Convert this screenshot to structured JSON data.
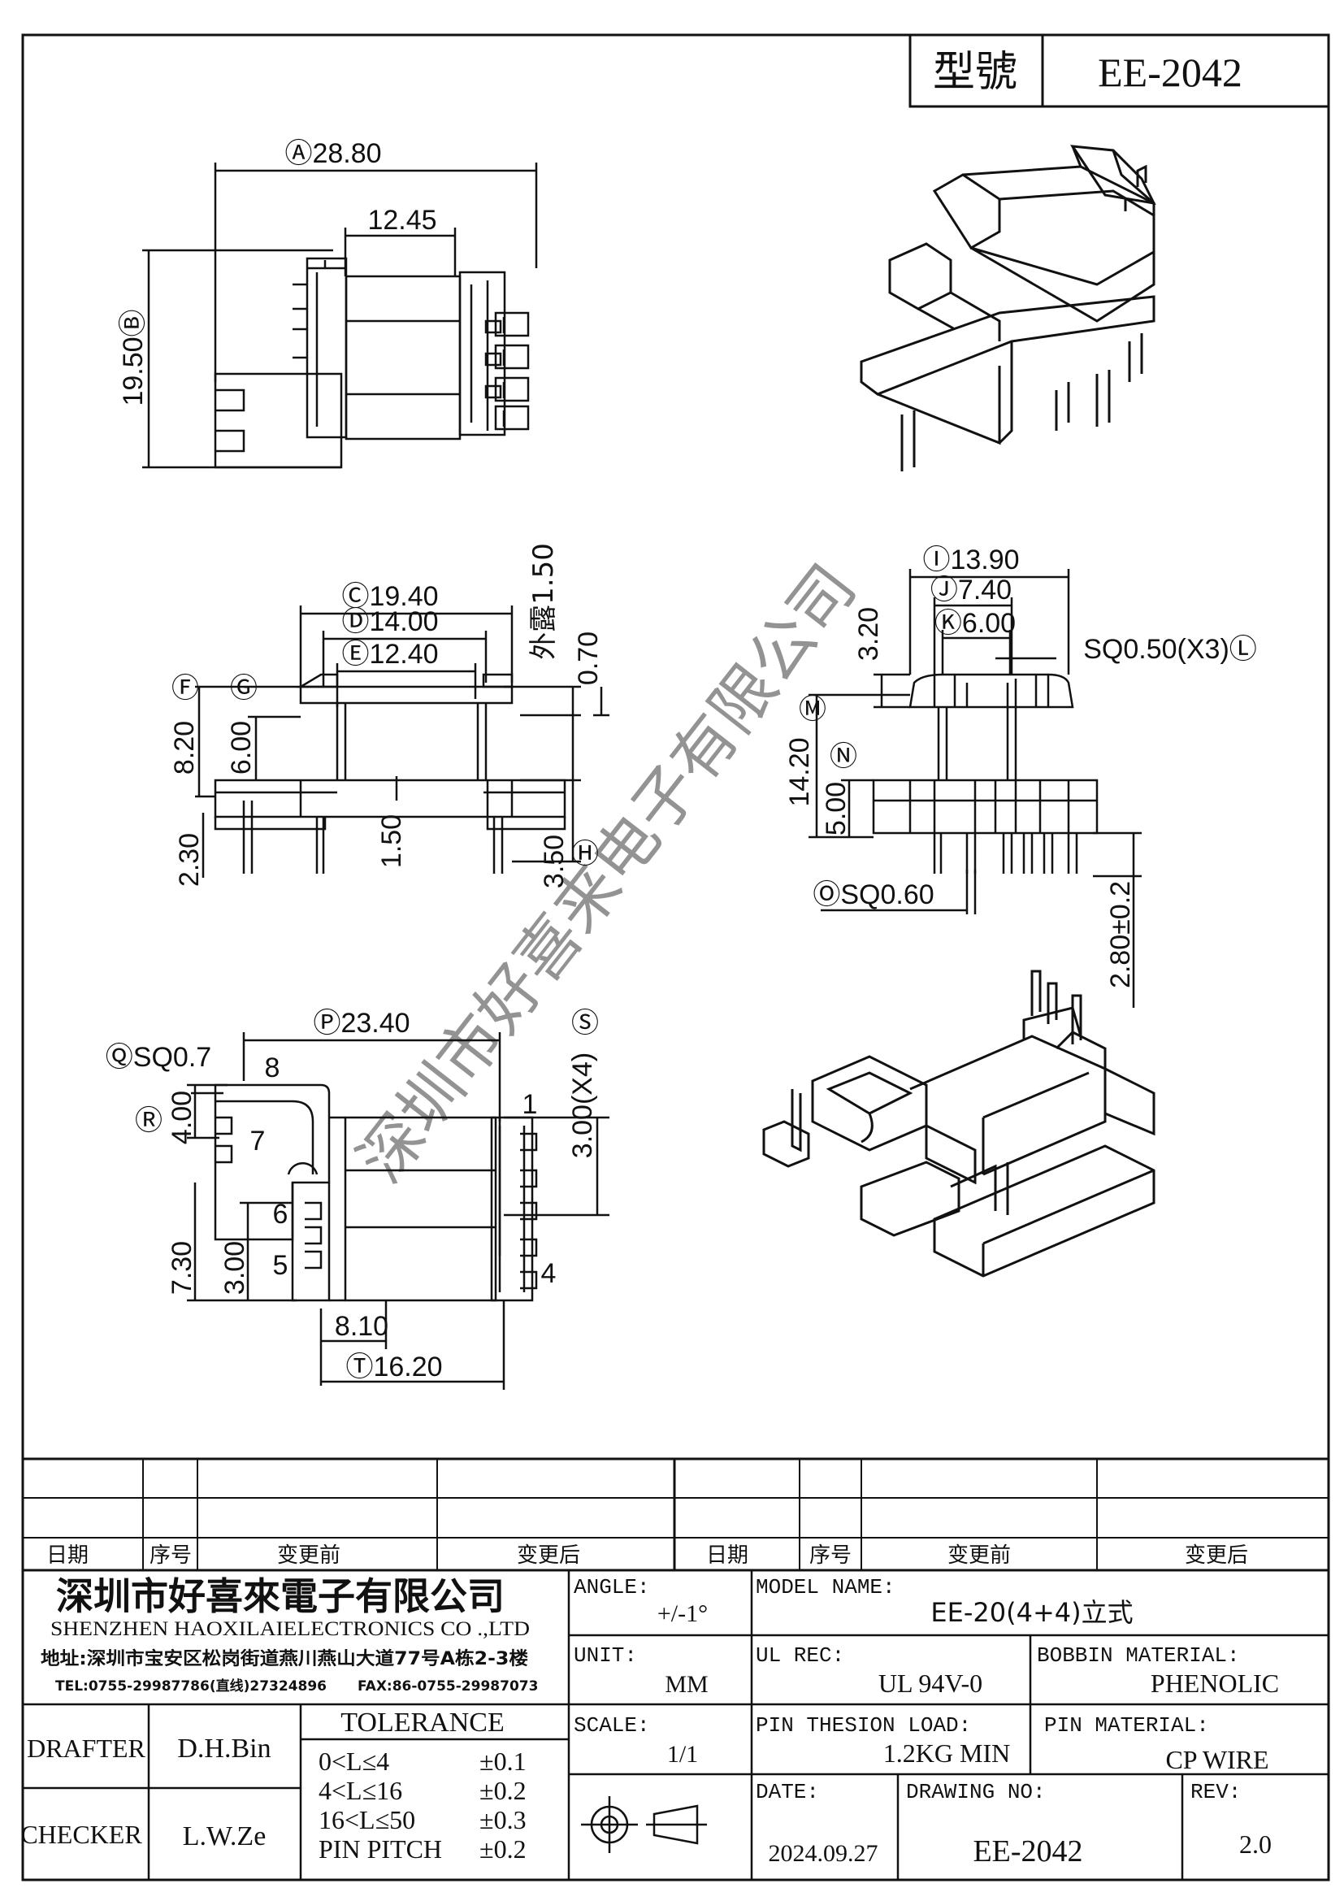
{
  "header": {
    "model_label": "型號",
    "model_value": "EE-2042"
  },
  "dims": {
    "A": "Ⓐ28.80",
    "B": "19.50Ⓑ",
    "w1245": "12.45",
    "C": "Ⓒ19.40",
    "D": "Ⓓ14.00",
    "E": "Ⓔ12.40",
    "waibu": "外露1.50",
    "d070": "0.70",
    "F": "Ⓕ",
    "G": "Ⓖ",
    "d820": "8.20",
    "d600": "6.00",
    "d230": "2.30",
    "d150": "1.50",
    "d350": "3.50",
    "H": "Ⓗ",
    "I": "Ⓘ13.90",
    "J": "Ⓙ7.40",
    "K": "Ⓚ6.00",
    "d320": "3.20",
    "sqL": "SQ0.50(X3)Ⓛ",
    "d1420": "14.20",
    "M": "Ⓜ",
    "d500": "5.00",
    "N": "Ⓝ",
    "O": "ⓄSQ0.60",
    "d280": "2.80±0.2",
    "P": "Ⓟ23.40",
    "Q": "ⓆSQ0.7",
    "pin8": "8",
    "R": "Ⓡ",
    "d400": "4.00",
    "pin7": "7",
    "pin1": "1",
    "d300x4": "3.00(X4)",
    "S": "Ⓢ",
    "pin6": "6",
    "pin5": "5",
    "pin4": "4",
    "d730": "7.30",
    "d300": "3.00",
    "d810": "8.10",
    "T": "Ⓣ16.20"
  },
  "watermark": "深圳市好喜来电子有限公司",
  "revision_table": {
    "headers": [
      "日期",
      "序号",
      "变更前",
      "变更后",
      "日期",
      "序号",
      "变更前",
      "变更后"
    ]
  },
  "company": {
    "name_cn": "深圳市好喜來電子有限公司",
    "name_en": "SHENZHEN HAOXILAIELECTRONICS CO .,LTD",
    "address": "地址:深圳市宝安区松岗街道燕川燕山大道77号A栋2-3楼",
    "tel": "TEL:0755-29987786(直线)27324896",
    "fax": "FAX:86-0755-29987073"
  },
  "title_block": {
    "angle_label": "ANGLE:",
    "angle_value": "+/-1°",
    "model_name_label": "MODEL NAME:",
    "model_name_value": "EE-20(4+4)立式",
    "unit_label": "UNIT:",
    "unit_value": "MM",
    "ul_label": "UL REC:",
    "ul_value": "UL  94V-0",
    "bobbin_label": "BOBBIN MATERIAL:",
    "bobbin_value": "PHENOLIC",
    "scale_label": "SCALE:",
    "scale_value": "1/1",
    "pin_load_label": "PIN THESION LOAD:",
    "pin_load_value": "1.2KG MIN",
    "pin_mat_label": "PIN MATERIAL:",
    "pin_mat_value": "CP  WIRE",
    "date_label": "DATE:",
    "date_value": "2024.09.27",
    "drawing_label": "DRAWING NO:",
    "drawing_value": "EE-2042",
    "rev_label": "REV:",
    "rev_value": "2.0",
    "drafter_label": "DRAFTER",
    "drafter_value": "D.H.Bin",
    "checker_label": "CHECKER",
    "checker_value": "L.W.Ze",
    "tolerance_title": "TOLERANCE",
    "tolerance_rows": [
      {
        "range": "0<L≤4",
        "value": "±0.1"
      },
      {
        "range": "4<L≤16",
        "value": "±0.2"
      },
      {
        "range": "16<L≤50",
        "value": "±0.3"
      },
      {
        "range": "PIN PITCH",
        "value": "±0.2"
      }
    ]
  }
}
